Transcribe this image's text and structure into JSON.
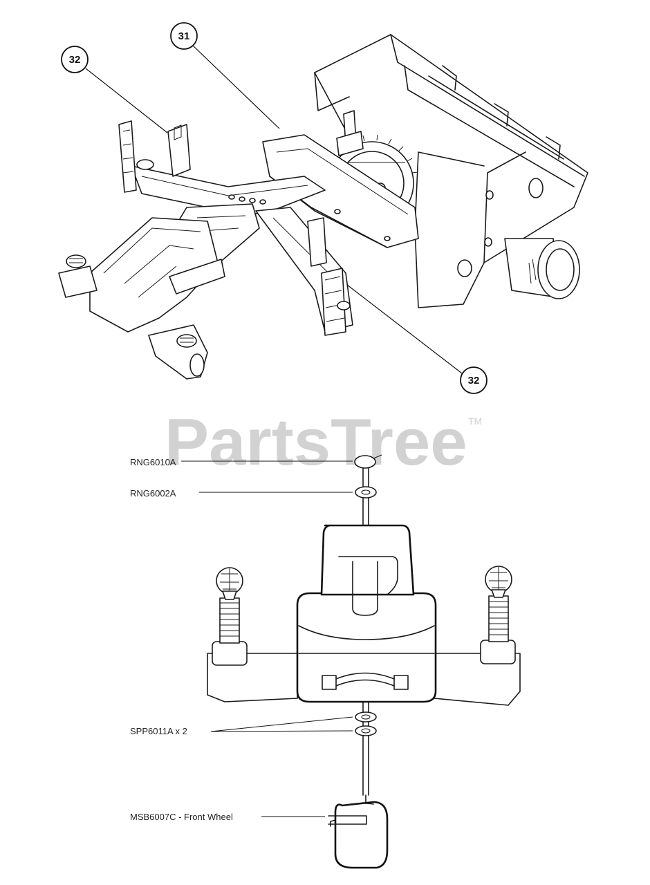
{
  "watermark": {
    "brand": "PartsTree",
    "trademark": "TM"
  },
  "callouts": [
    {
      "id": "callout-32-upper-left",
      "number": "32"
    },
    {
      "id": "callout-31",
      "number": "31"
    },
    {
      "id": "callout-32-lower-right",
      "number": "32"
    }
  ],
  "part_labels": [
    {
      "id": "label-rng6010a",
      "text": "RNG6010A"
    },
    {
      "id": "label-rng6002a",
      "text": "RNG6002A"
    },
    {
      "id": "label-spp6011a",
      "text": "SPP6011A x 2"
    },
    {
      "id": "label-msb6007c",
      "text": "MSB6007C - Front Wheel"
    }
  ]
}
